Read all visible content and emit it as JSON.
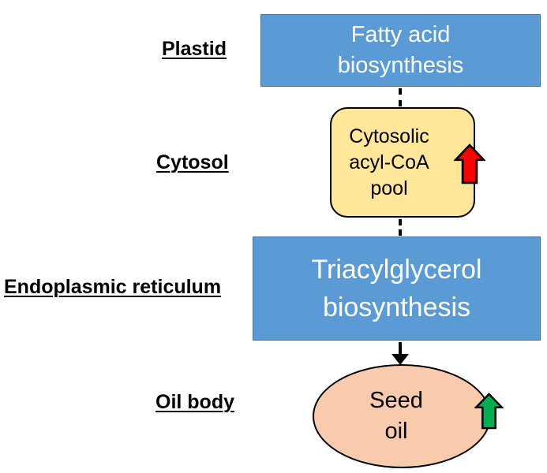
{
  "compartments": [
    {
      "id": "plastid",
      "label": "Plastid"
    },
    {
      "id": "cytosol",
      "label": "Cytosol"
    },
    {
      "id": "endoplasmic_reticulum",
      "label": "Endoplasmic reticulum"
    },
    {
      "id": "oil_body",
      "label": "Oil body"
    }
  ],
  "nodes": {
    "fatty_acid_biosynthesis": {
      "lines": [
        "Fatty acid",
        "biosynthesis"
      ],
      "shape": "rectangle",
      "fill": "#5B9BD5",
      "text_color": "#FFFFFF"
    },
    "cytosolic_acyl_coa_pool": {
      "lines": [
        "Cytosolic",
        "acyl-CoA",
        "pool"
      ],
      "shape": "rounded-rectangle",
      "fill": "#FFE699",
      "text_color": "#000000",
      "icon": "red-up-arrow"
    },
    "triacylglycerol_biosynthesis": {
      "lines": [
        "Triacylglycerol",
        "biosynthesis"
      ],
      "shape": "rectangle",
      "fill": "#5B9BD5",
      "text_color": "#FFFFFF"
    },
    "seed_oil": {
      "lines": [
        "Seed",
        "oil"
      ],
      "shape": "ellipse",
      "fill": "#F8CBAD",
      "text_color": "#000000",
      "icon": "green-up-arrow"
    }
  },
  "icons": {
    "red_up_arrow": {
      "name": "red-up-arrow",
      "color": "#FF0000",
      "outline": "#000000"
    },
    "green_up_arrow": {
      "name": "green-up-arrow",
      "color": "#00B050",
      "outline": "#000000"
    }
  },
  "connectors": [
    {
      "from": "fatty_acid_biosynthesis",
      "to": "cytosolic_acyl_coa_pool",
      "style": "dashed"
    },
    {
      "from": "cytosolic_acyl_coa_pool",
      "to": "triacylglycerol_biosynthesis",
      "style": "dashed"
    },
    {
      "from": "triacylglycerol_biosynthesis",
      "to": "seed_oil",
      "style": "dashed-arrow"
    }
  ]
}
